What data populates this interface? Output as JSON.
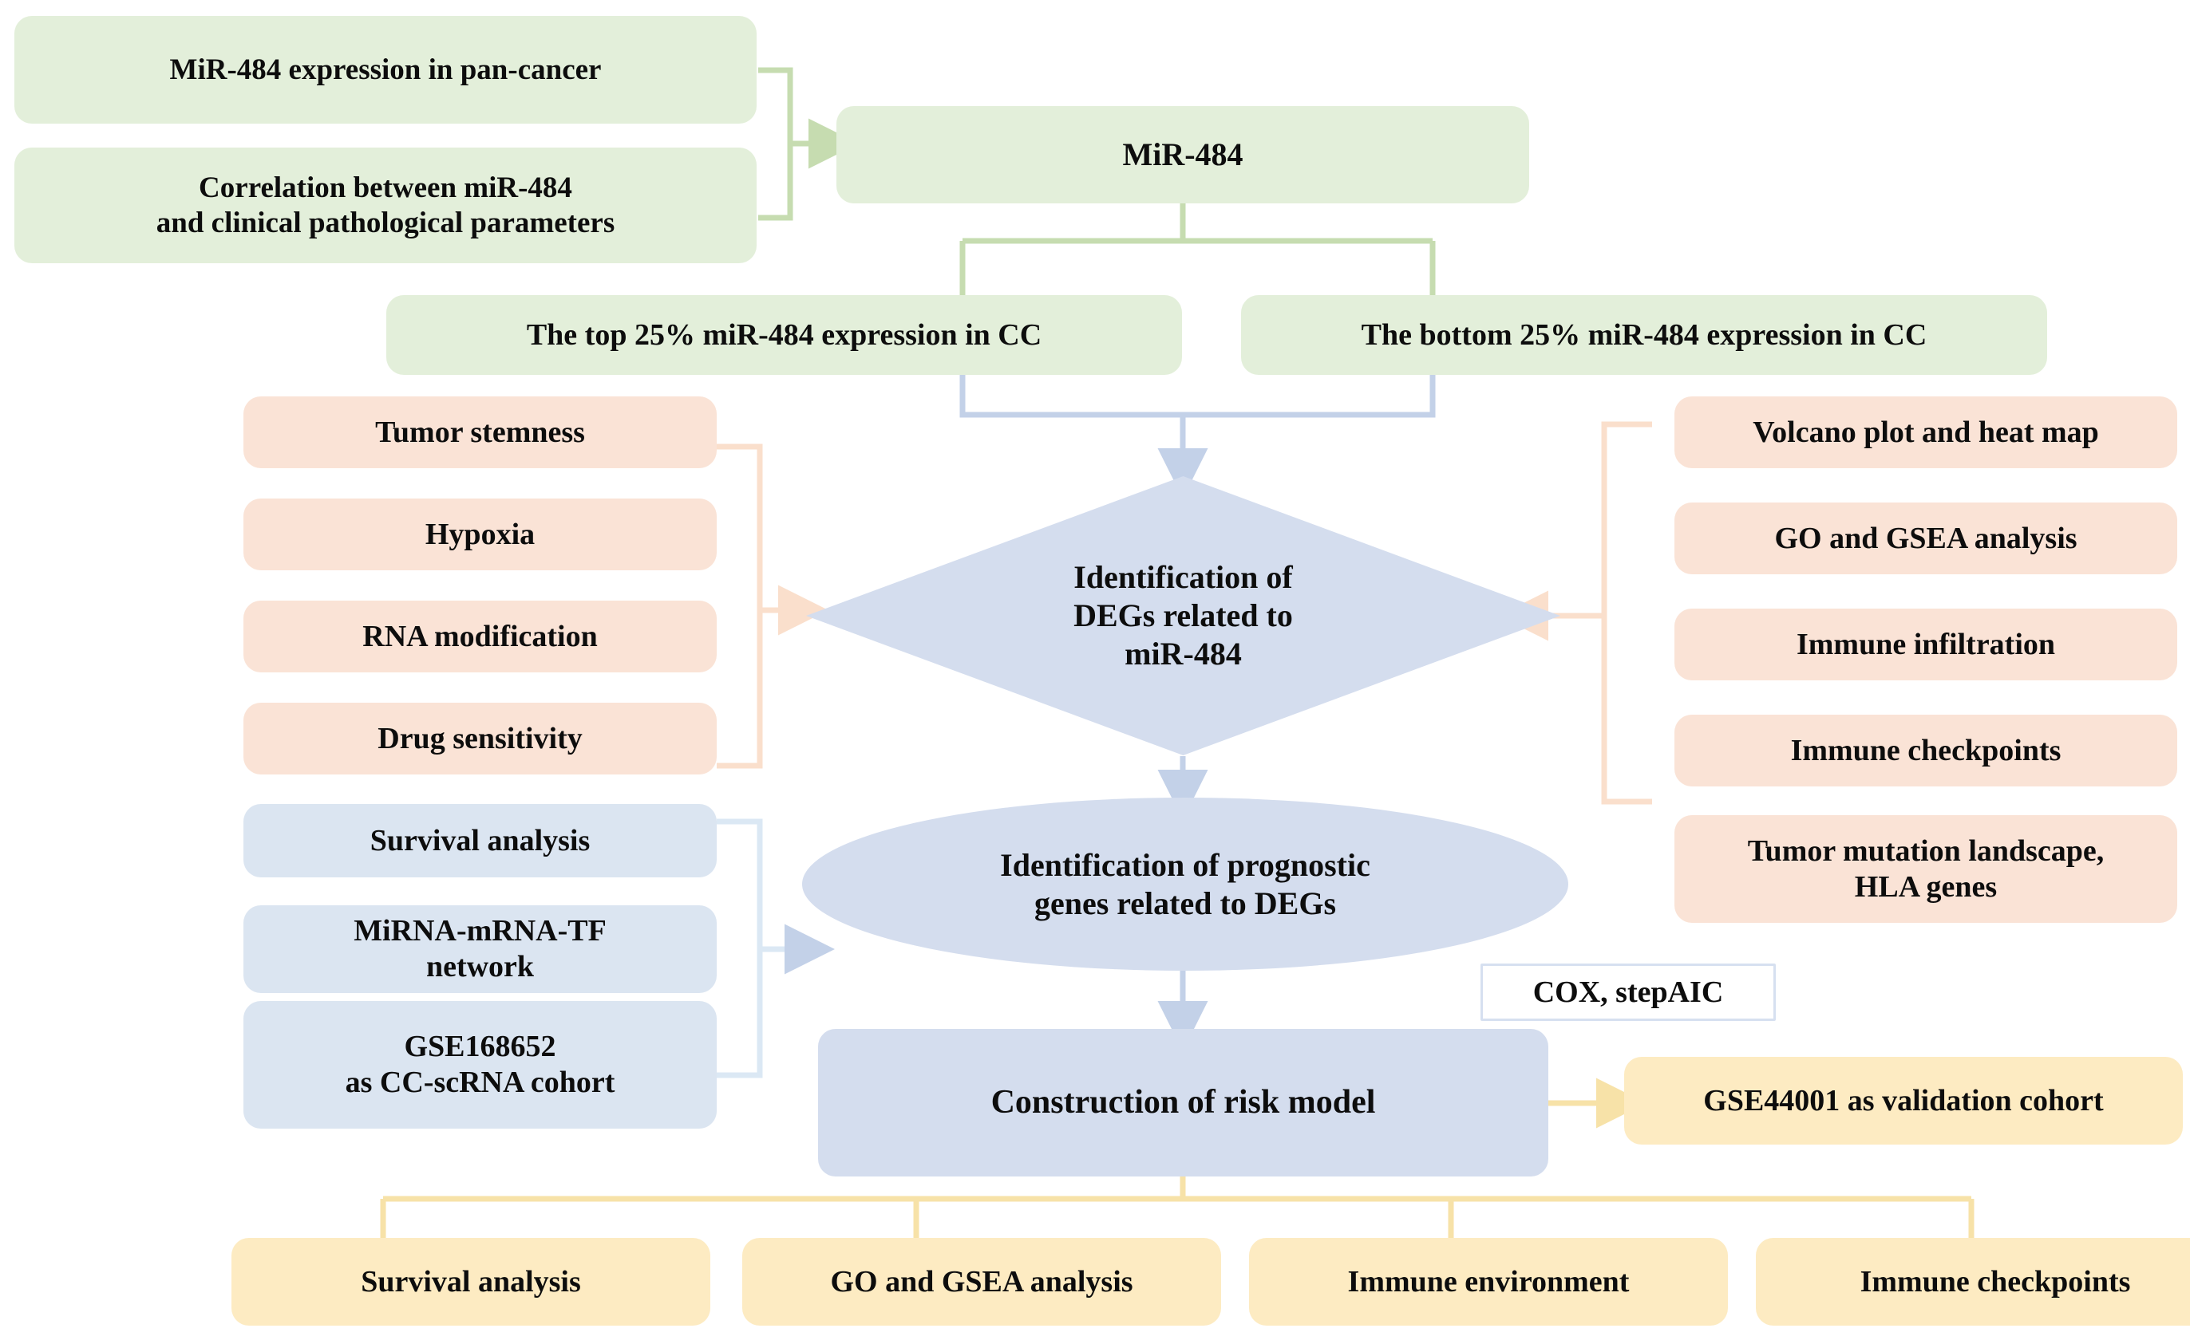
{
  "diagram": {
    "title": "MiR-484 cervical cancer bioinformatics workflow",
    "colors": {
      "green": "#e3efda",
      "peach": "#fae3d6",
      "light_blue": "#dbe5f1",
      "mid_blue": "#d4ddee",
      "yellow": "#fdebc2",
      "text": "#0d0d0d",
      "background": "#ffffff"
    },
    "top_left_boxes": [
      {
        "label": "MiR-484 expression in pan-cancer"
      },
      {
        "label": "Correlation between miR-484\nand clinical pathological parameters"
      }
    ],
    "root": {
      "label": "MiR-484"
    },
    "split_boxes": [
      {
        "label": "The top 25% miR-484 expression in CC"
      },
      {
        "label": "The bottom 25% miR-484 expression in CC"
      }
    ],
    "left_peach_boxes": [
      {
        "label": "Tumor stemness"
      },
      {
        "label": "Hypoxia"
      },
      {
        "label": "RNA modification"
      },
      {
        "label": "Drug sensitivity"
      }
    ],
    "right_peach_boxes": [
      {
        "label": "Volcano plot and heat map"
      },
      {
        "label": "GO and GSEA analysis"
      },
      {
        "label": "Immune infiltration"
      },
      {
        "label": "Immune checkpoints"
      },
      {
        "label": "Tumor mutation landscape,\nHLA genes"
      }
    ],
    "left_blue_boxes": [
      {
        "label": "Survival analysis"
      },
      {
        "label": "MiRNA-mRNA-TF\nnetwork"
      },
      {
        "label": "GSE168652\nas CC-scRNA cohort"
      }
    ],
    "diamond": {
      "label": "Identification of\nDEGs related to\nmiR-484"
    },
    "ellipse": {
      "label": "Identification of prognostic\ngenes related to DEGs"
    },
    "method_note": {
      "label": "COX, stepAIC"
    },
    "risk_model": {
      "label": "Construction of risk model"
    },
    "validation_cohort": {
      "label": "GSE44001 as validation cohort"
    },
    "bottom_boxes": [
      {
        "label": "Survival analysis"
      },
      {
        "label": "GO and GSEA analysis"
      },
      {
        "label": "Immune environment"
      },
      {
        "label": "Immune checkpoints"
      }
    ]
  }
}
